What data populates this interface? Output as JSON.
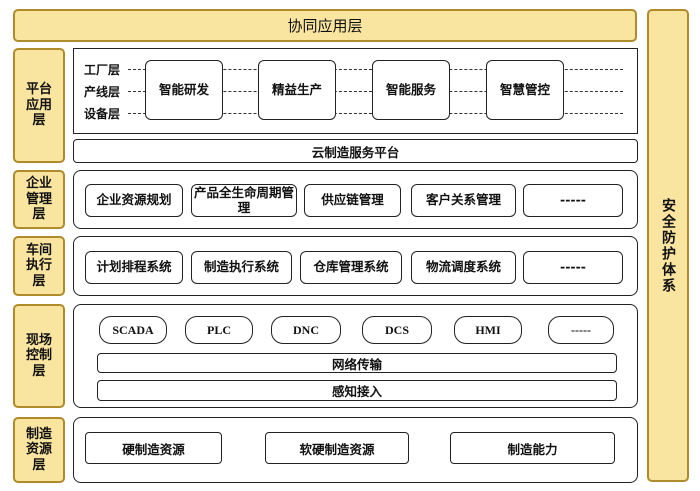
{
  "top_banner": "协同应用层",
  "security_label": "安全防护体系",
  "layers": {
    "platform": {
      "label": "平台应用层",
      "sub_layers": [
        "工厂层",
        "产线层",
        "设备层"
      ],
      "apps": [
        "智能研发",
        "精益生产",
        "智能服务",
        "智慧管控"
      ],
      "cloud": "云制造服务平台"
    },
    "enterprise": {
      "label": "企业管理层",
      "items": [
        "企业资源规划",
        "产品全生命周期管理",
        "供应链管理",
        "客户关系管理",
        "-----"
      ]
    },
    "workshop": {
      "label": "车间执行层",
      "items": [
        "计划排程系统",
        "制造执行系统",
        "仓库管理系统",
        "物流调度系统",
        "-----"
      ]
    },
    "field": {
      "label": "现场控制层",
      "items": [
        "SCADA",
        "PLC",
        "DNC",
        "DCS",
        "HMI",
        "-----"
      ],
      "network": "网络传输",
      "sensing": "感知接入"
    },
    "resource": {
      "label": "制造资源层",
      "items": [
        "硬制造资源",
        "软硬制造资源",
        "制造能力"
      ]
    }
  }
}
